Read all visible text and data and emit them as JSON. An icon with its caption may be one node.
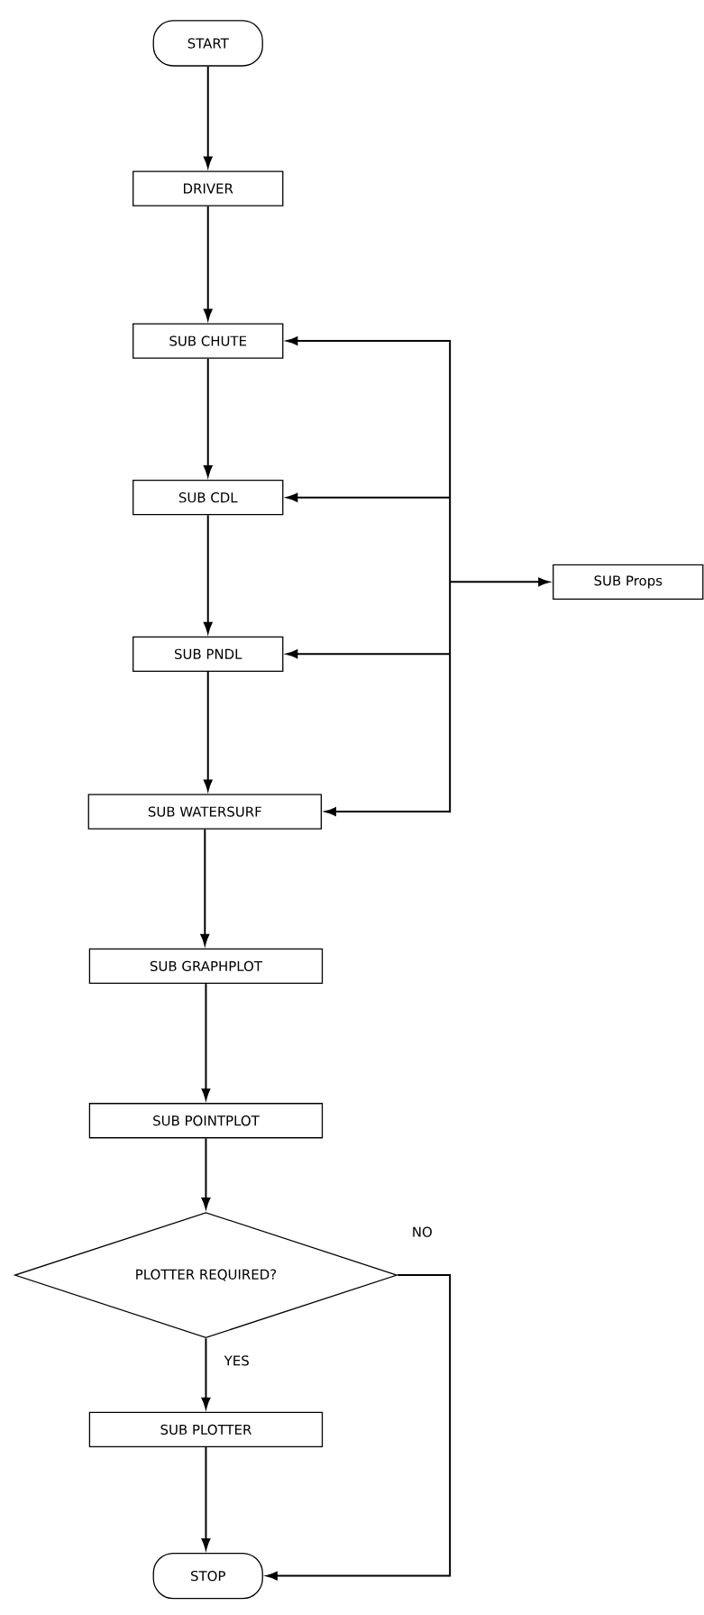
{
  "diagram": {
    "nodes": [
      {
        "text": [
          "START"
        ]
      },
      {
        "text": [
          "DRIVER"
        ]
      },
      {
        "text": [
          "SUB CHUTE"
        ]
      },
      {
        "text": [
          "SUB CDL"
        ]
      },
      {
        "text": [
          "SUB PNDL"
        ]
      },
      {
        "text": [
          "SUB WATERSURF"
        ]
      },
      {
        "text": [
          "SUB GRAPHPLOT"
        ]
      },
      {
        "text": [
          "SUB POINTPLOT"
        ]
      },
      {
        "text": [
          "PLOTTER REQUIRED?"
        ]
      },
      {
        "text": [
          "SUB PLOTTER"
        ]
      },
      {
        "text": [
          "STOP"
        ]
      },
      {
        "text": [
          "SUB Props"
        ]
      }
    ],
    "edges": [
      {
        "from": 0,
        "to": 1,
        "arrow": "to"
      },
      {
        "from": 1,
        "to": 2,
        "arrow": "to"
      },
      {
        "from": 2,
        "to": 3,
        "arrow": "to"
      },
      {
        "from": 3,
        "to": 4,
        "arrow": "to"
      },
      {
        "from": 4,
        "to": 5,
        "arrow": "to"
      },
      {
        "from": 5,
        "to": 6,
        "arrow": "to"
      },
      {
        "from": 6,
        "to": 7,
        "arrow": "to"
      },
      {
        "from": 7,
        "to": 8,
        "arrow": "to"
      },
      {
        "from": 8,
        "to": 9,
        "arrow": "to",
        "label": "YES"
      },
      {
        "from": 9,
        "to": 10,
        "arrow": "to"
      },
      {
        "from": 8,
        "to": 10,
        "arrow": "to",
        "label": "NO"
      },
      {
        "from": 11,
        "to": 2,
        "arrow": "both"
      },
      {
        "from": 11,
        "to": 3,
        "arrow": "both"
      },
      {
        "from": 11,
        "to": 4,
        "arrow": "both"
      },
      {
        "from": 11,
        "to": 5,
        "arrow": "both"
      }
    ]
  }
}
